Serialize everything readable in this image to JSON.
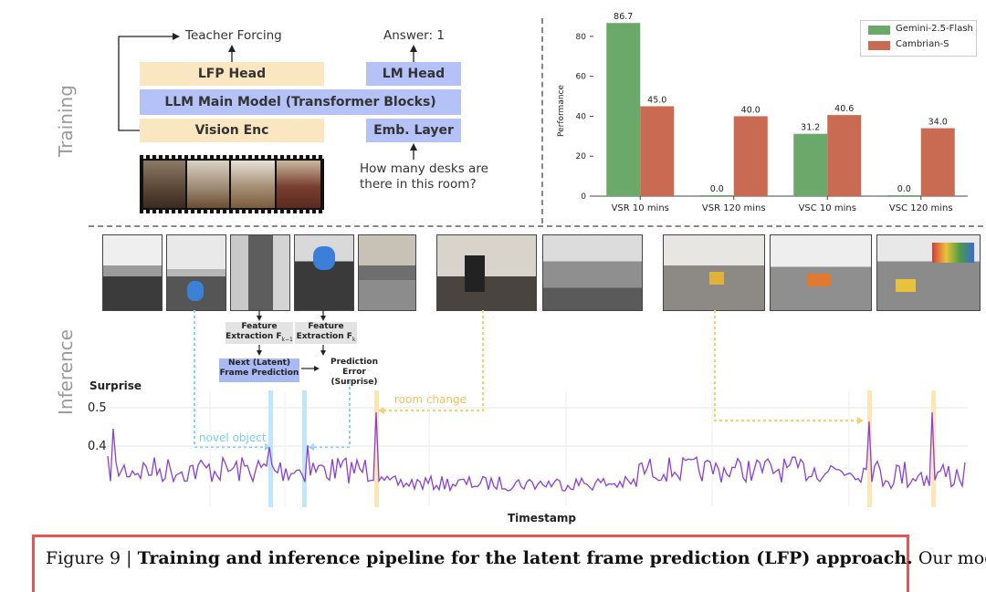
{
  "training": {
    "side_label": "Training",
    "teacher_forcing": "Teacher Forcing",
    "answer": "Answer: 1",
    "lfp_head": "LFP Head",
    "lm_head": "LM Head",
    "llm_main": "LLM Main Model (Transformer Blocks)",
    "vision_enc": "Vision Enc",
    "emb_layer": "Emb. Layer",
    "question_line1": "How many desks are",
    "question_line2": "there in this room?"
  },
  "chart_data": {
    "type": "bar",
    "categories": [
      "VSR 10 mins",
      "VSR 120 mins",
      "VSC 10 mins",
      "VSC 120 mins"
    ],
    "series": [
      {
        "name": "Gemini-2.5-Flash",
        "color": "#6aa96a",
        "values": [
          86.7,
          0.0,
          31.2,
          0.0
        ]
      },
      {
        "name": "Cambrian-S",
        "color": "#c96a52",
        "values": [
          45.0,
          40.0,
          40.6,
          34.0
        ]
      }
    ],
    "value_labels": [
      [
        "86.7",
        "0.0",
        "31.2",
        "0.0"
      ],
      [
        "45.0",
        "40.0",
        "40.6",
        "34.0"
      ]
    ],
    "ylabel": "Performance",
    "yticks": [
      "0",
      "20",
      "40",
      "60",
      "80"
    ],
    "ylim": [
      0,
      90
    ],
    "legend_position": "top-right"
  },
  "inference": {
    "side_label": "Inference",
    "feature_extraction_label": "Feature",
    "extraction_prev": "Extraction F",
    "prev_sub": "k−1",
    "extraction_curr": "Extraction F",
    "curr_sub": "k",
    "next_frame_line1": "Next (Latent)",
    "next_frame_line2": "Frame Prediction",
    "pred_error_line1": "Prediction Error",
    "pred_error_line2": "(Surprise)",
    "room_change": "room change",
    "novel_object": "novel object",
    "surprise_label": "Surprise",
    "y_tick_05": "0.5",
    "y_tick_04": "0.4",
    "timestamp_label": "Timestamp"
  },
  "caption": {
    "figure": "Figure 9 | ",
    "bold": "Training and inference pipeline for the latent frame prediction (LFP) approach.",
    "rest": " Our model"
  }
}
